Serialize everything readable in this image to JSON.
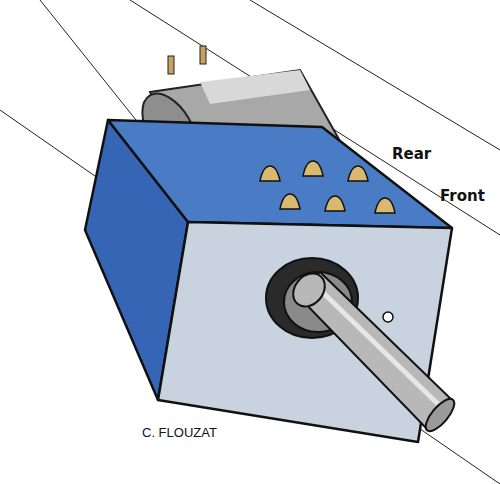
{
  "diagram": {
    "labels": [
      "Rear",
      "Front",
      "C. FLOUZAT"
    ]
  }
}
